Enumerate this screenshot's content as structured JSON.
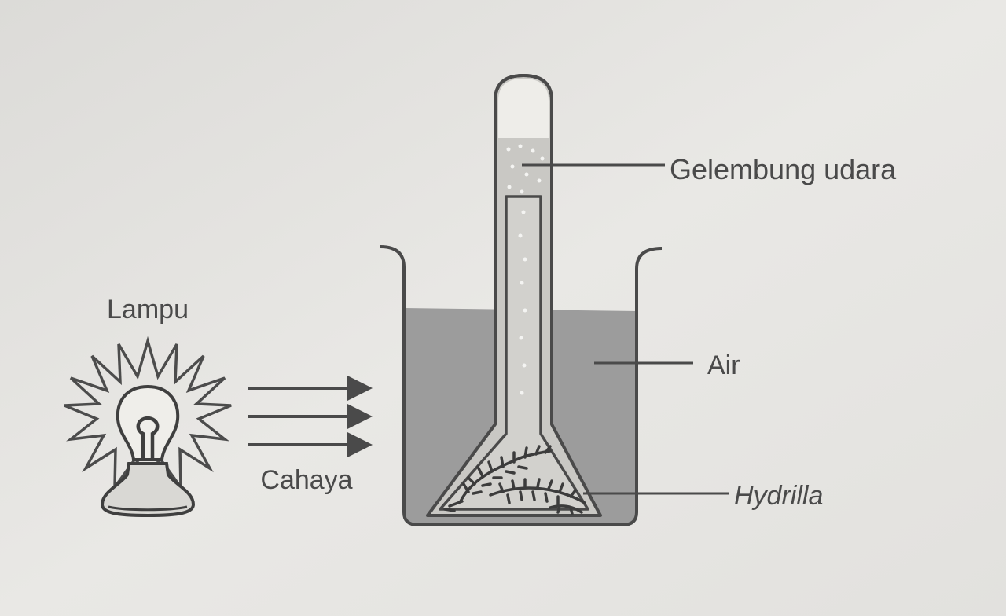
{
  "labels": {
    "lamp": "Lampu",
    "light": "Cahaya",
    "bubbles": "Gelembung udara",
    "water": "Air",
    "plant": "Hydrilla"
  },
  "colors": {
    "background": "#e6e5e2",
    "water": "#9c9c9c",
    "line": "#505050",
    "text": "#4a4a4a"
  }
}
